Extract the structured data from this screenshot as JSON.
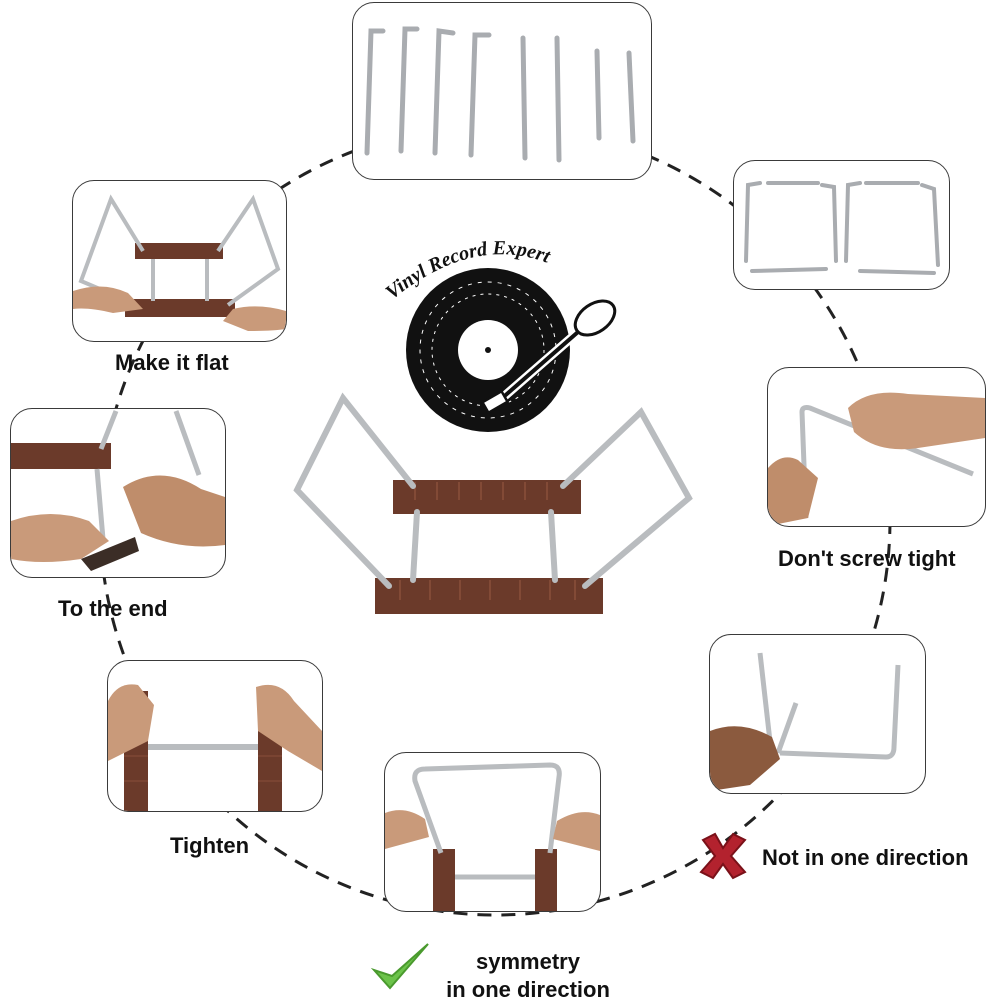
{
  "brand": {
    "name": "Vinyl Record  Expert"
  },
  "captions": {
    "make_it_flat": "Make it flat",
    "to_the_end": "To the end",
    "tighten": "Tighten",
    "dont_screw_tight": "Don't screw tight",
    "not_in_one_direction": "Not in one direction",
    "symmetry_line1": "symmetry",
    "symmetry_line2": "in one direction"
  },
  "colors": {
    "wood": "#6b3a2a",
    "wood_light": "#8a4f3a",
    "steel": "#b9bcbf",
    "steel_dark": "#8d9094",
    "border": "#3a3a3a",
    "wrong_mark": "#b3222e",
    "right_mark": "#6cc34a",
    "skin": "#c99a7a"
  },
  "icons": {
    "wrong": "cross-icon",
    "right": "check-icon",
    "logo": "vinyl-record-icon"
  }
}
